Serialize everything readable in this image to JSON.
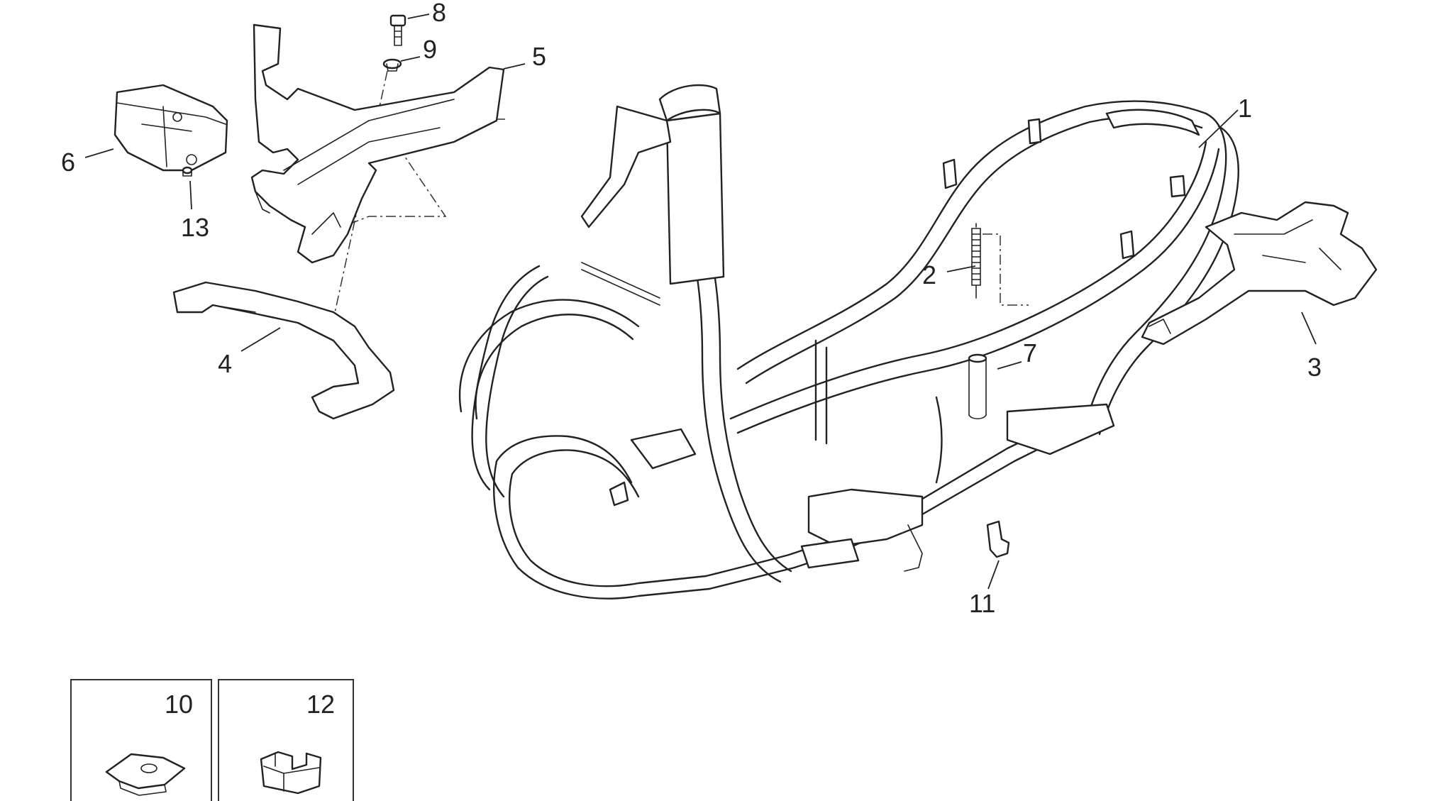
{
  "callouts": {
    "c1": "1",
    "c2": "2",
    "c3": "3",
    "c4": "4",
    "c5": "5",
    "c6": "6",
    "c7": "7",
    "c8": "8",
    "c9": "9",
    "c10": "10",
    "c11": "11",
    "c12": "12",
    "c13": "13"
  },
  "parts": [
    {
      "id": "1",
      "icon": "main-frame-icon"
    },
    {
      "id": "2",
      "icon": "spring-icon"
    },
    {
      "id": "3",
      "icon": "rear-bracket-icon"
    },
    {
      "id": "4",
      "icon": "footrest-bracket-icon"
    },
    {
      "id": "5",
      "icon": "headlight-support-icon"
    },
    {
      "id": "6",
      "icon": "bracket-block-icon"
    },
    {
      "id": "7",
      "icon": "spacer-tube-icon"
    },
    {
      "id": "8",
      "icon": "screw-icon"
    },
    {
      "id": "9",
      "icon": "washer-icon"
    },
    {
      "id": "10",
      "icon": "clip-nut-icon"
    },
    {
      "id": "11",
      "icon": "bushing-icon"
    },
    {
      "id": "12",
      "icon": "clamp-icon"
    },
    {
      "id": "13",
      "icon": "nut-icon"
    }
  ]
}
